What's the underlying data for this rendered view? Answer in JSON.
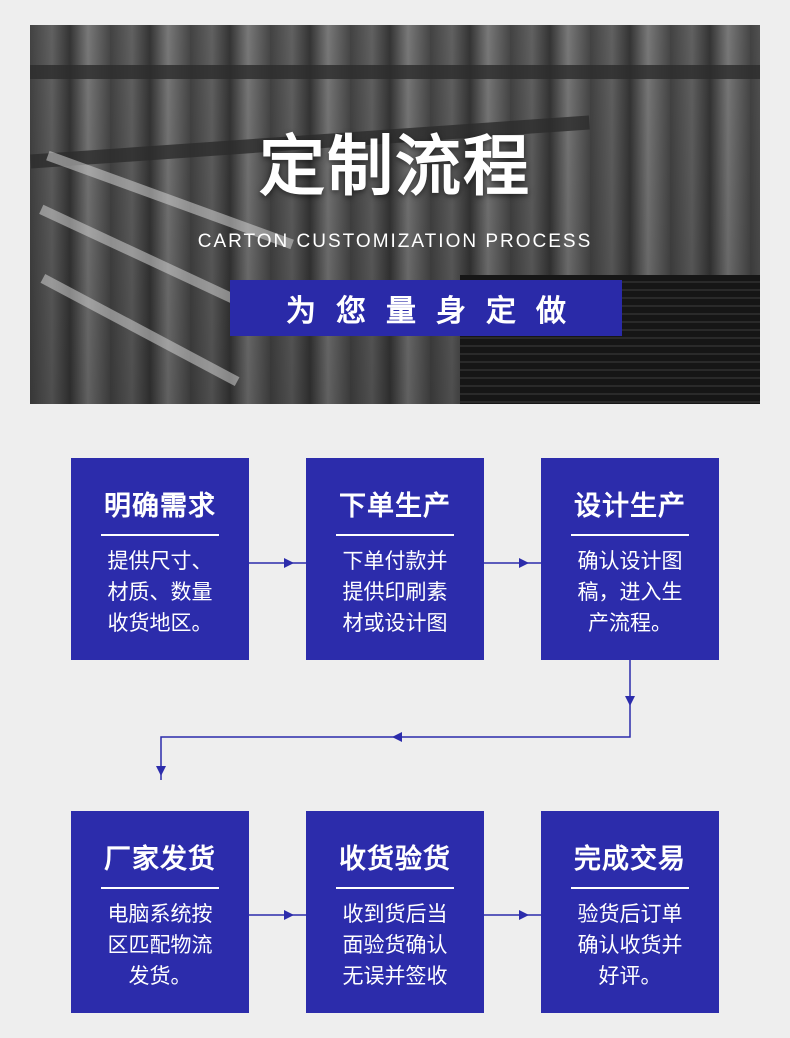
{
  "hero": {
    "title": "定制流程",
    "subtitle": "CARTON CUSTOMIZATION PROCESS",
    "badge": "为您量身定做"
  },
  "steps": [
    {
      "title": "明确需求",
      "lines": [
        "提供尺寸、",
        "材质、数量",
        "收货地区。"
      ]
    },
    {
      "title": "下单生产",
      "lines": [
        "下单付款并",
        "提供印刷素",
        "材或设计图"
      ]
    },
    {
      "title": "设计生产",
      "lines": [
        "确认设计图",
        "稿，进入生",
        "产流程。"
      ]
    },
    {
      "title": "厂家发货",
      "lines": [
        "电脑系统按",
        "区匹配物流",
        "发货。"
      ]
    },
    {
      "title": "收货验货",
      "lines": [
        "收到货后当",
        "面验货确认",
        "无误并签收"
      ]
    },
    {
      "title": "完成交易",
      "lines": [
        "验货后订单",
        "确认收货并",
        "好评。"
      ]
    }
  ],
  "colors": {
    "accent": "#2c2cab",
    "background": "#eeeeee",
    "text": "#ffffff"
  }
}
